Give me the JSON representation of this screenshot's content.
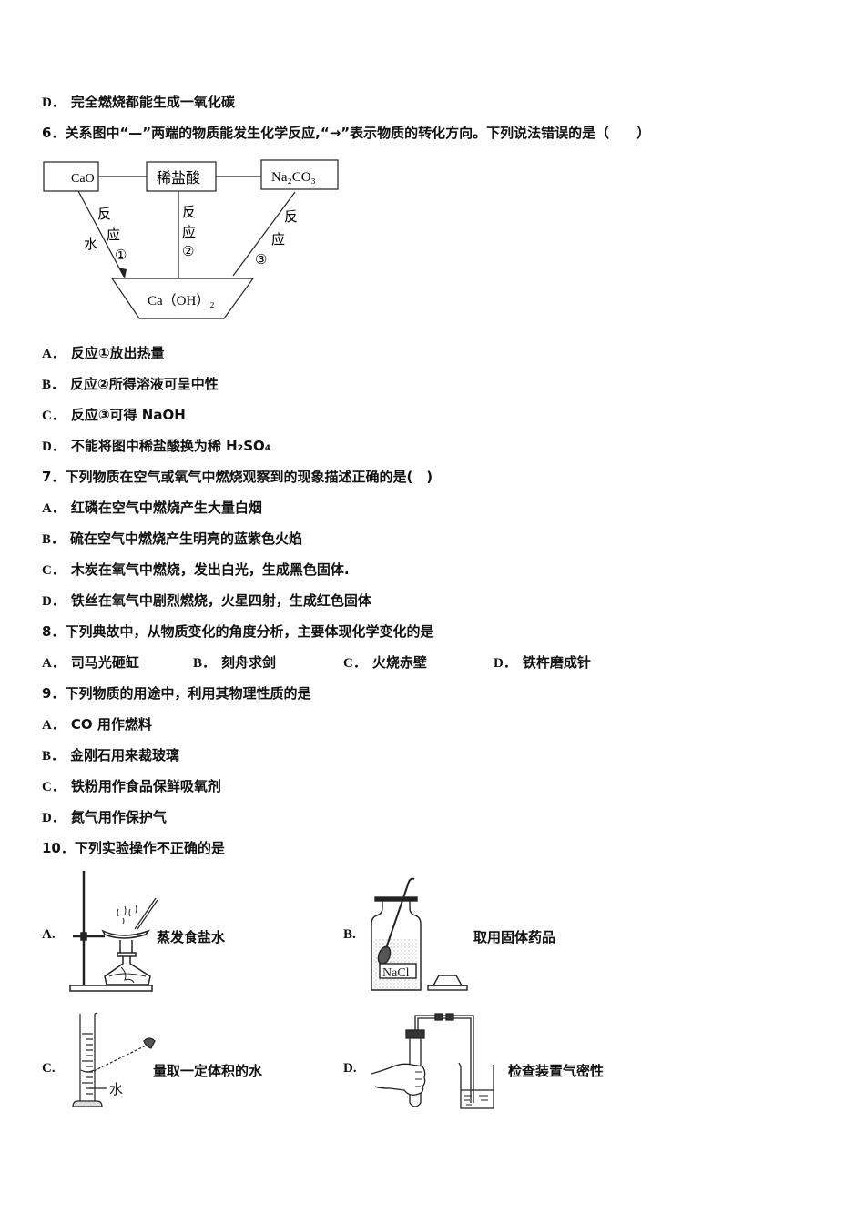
{
  "q5": {
    "option_d": {
      "label": "D．",
      "text": "完全燃烧都能生成一氧化碳"
    }
  },
  "q6": {
    "number": "6．",
    "stem": "关系图中“—”两端的物质能发生化学反应,“→”表示物质的转化方向。下列说法错误的是（　　）",
    "diagram": {
      "box_cao": "CaO",
      "box_hcl": "稀盐酸",
      "box_na2co3": "Na₂CO₃",
      "bottom": "Ca（OH）₂",
      "label_water": "水",
      "reaction1": [
        "反",
        "应",
        "①"
      ],
      "reaction2": [
        "反",
        "应",
        "②"
      ],
      "reaction3": [
        "反",
        "应",
        "③"
      ]
    },
    "options": [
      {
        "label": "A．",
        "text": "反应①放出热量"
      },
      {
        "label": "B．",
        "text": "反应②所得溶液可呈中性"
      },
      {
        "label": "C．",
        "text": "反应③可得 NaOH"
      },
      {
        "label": "D．",
        "text": "不能将图中稀盐酸换为稀 H₂SO₄"
      }
    ]
  },
  "q7": {
    "number": "7．",
    "stem": "下列物质在空气或氧气中燃烧观察到的现象描述正确的是(　)",
    "options": [
      {
        "label": "A．",
        "text": "红磷在空气中燃烧产生大量白烟"
      },
      {
        "label": "B．",
        "text": "硫在空气中燃烧产生明亮的蓝紫色火焰"
      },
      {
        "label": "C．",
        "text": "木炭在氧气中燃烧，发出白光，生成黑色固体."
      },
      {
        "label": "D．",
        "text": "铁丝在氧气中剧烈燃烧，火星四射，生成红色固体"
      }
    ]
  },
  "q8": {
    "number": "8．",
    "stem": "下列典故中，从物质变化的角度分析，主要体现化学变化的是",
    "options": [
      {
        "label": "A．",
        "text": "司马光砸缸"
      },
      {
        "label": "B．",
        "text": "刻舟求剑"
      },
      {
        "label": "C．",
        "text": "火烧赤壁"
      },
      {
        "label": "D．",
        "text": "铁杵磨成针"
      }
    ]
  },
  "q9": {
    "number": "9．",
    "stem": "下列物质的用途中，利用其物理性质的是",
    "options": [
      {
        "label": "A．",
        "text": "CO 用作燃料"
      },
      {
        "label": "B．",
        "text": "金刚石用来裁玻璃"
      },
      {
        "label": "C．",
        "text": "铁粉用作食品保鲜吸氧剂"
      },
      {
        "label": "D．",
        "text": "氮气用作保护气"
      }
    ]
  },
  "q10": {
    "number": "10．",
    "stem": "下列实验操作不正确的是",
    "figures": [
      {
        "label": "A.",
        "caption": "蒸发食盐水"
      },
      {
        "label": "B.",
        "caption": "取用固体药品",
        "bottle_label": "NaCl"
      },
      {
        "label": "C.",
        "caption": "量取一定体积的水",
        "water_label": "水"
      },
      {
        "label": "D.",
        "caption": "检查装置气密性"
      }
    ]
  }
}
